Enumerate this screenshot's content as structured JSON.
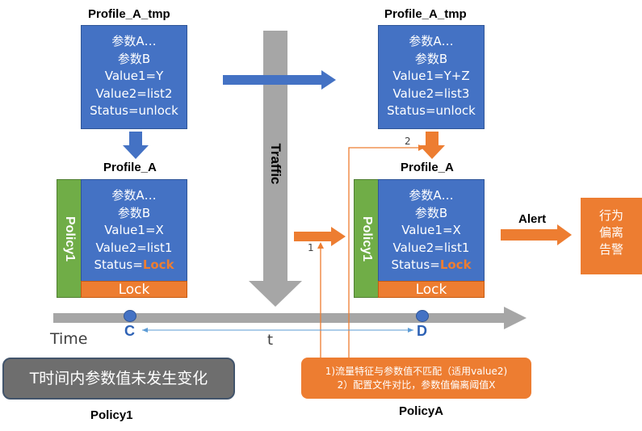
{
  "top_left": {
    "title": "Profile_A_tmp",
    "lines": [
      "参数A…",
      "参数B",
      "Value1=Y",
      "Value2=list2",
      "Status=unlock"
    ]
  },
  "top_right": {
    "title": "Profile_A_tmp",
    "lines": [
      "参数A…",
      "参数B",
      "Value1=Y+Z",
      "Value2=list3",
      "Status=unlock"
    ]
  },
  "bottom_left": {
    "title": "Profile_A",
    "lines": [
      "参数A…",
      "参数B",
      "Value1=X",
      "Value2=list1"
    ],
    "status_prefix": "Status=",
    "status_value": "Lock",
    "policy_label": "Policy1",
    "lock_bar": "Lock"
  },
  "bottom_right": {
    "title": "Profile_A",
    "lines": [
      "参数A…",
      "参数B",
      "Value1=X",
      "Value2=list1"
    ],
    "status_prefix": "Status=",
    "status_value": "Lock",
    "policy_label": "Policy1",
    "lock_bar": "Lock"
  },
  "traffic_label": "Traffic",
  "alert_label": "Alert",
  "alert_box": [
    "行为",
    "偏离",
    "告警"
  ],
  "step_1": "1",
  "step_2": "2",
  "timeline": {
    "label": "Time",
    "point_c": "C",
    "point_d": "D",
    "interval": "t"
  },
  "grey_note": "T时间内参数值未发生变化",
  "orange_note": [
    "1)流量特征与参数值不匹配（适用value2)",
    "2）配置文件对比，参数值偏离阈值X"
  ],
  "caption_left": "Policy1",
  "caption_right": "PolicyA",
  "colors": {
    "blue": "#4472C4",
    "green": "#70AD47",
    "orange": "#ED7D31",
    "grey": "#A6A6A6"
  }
}
